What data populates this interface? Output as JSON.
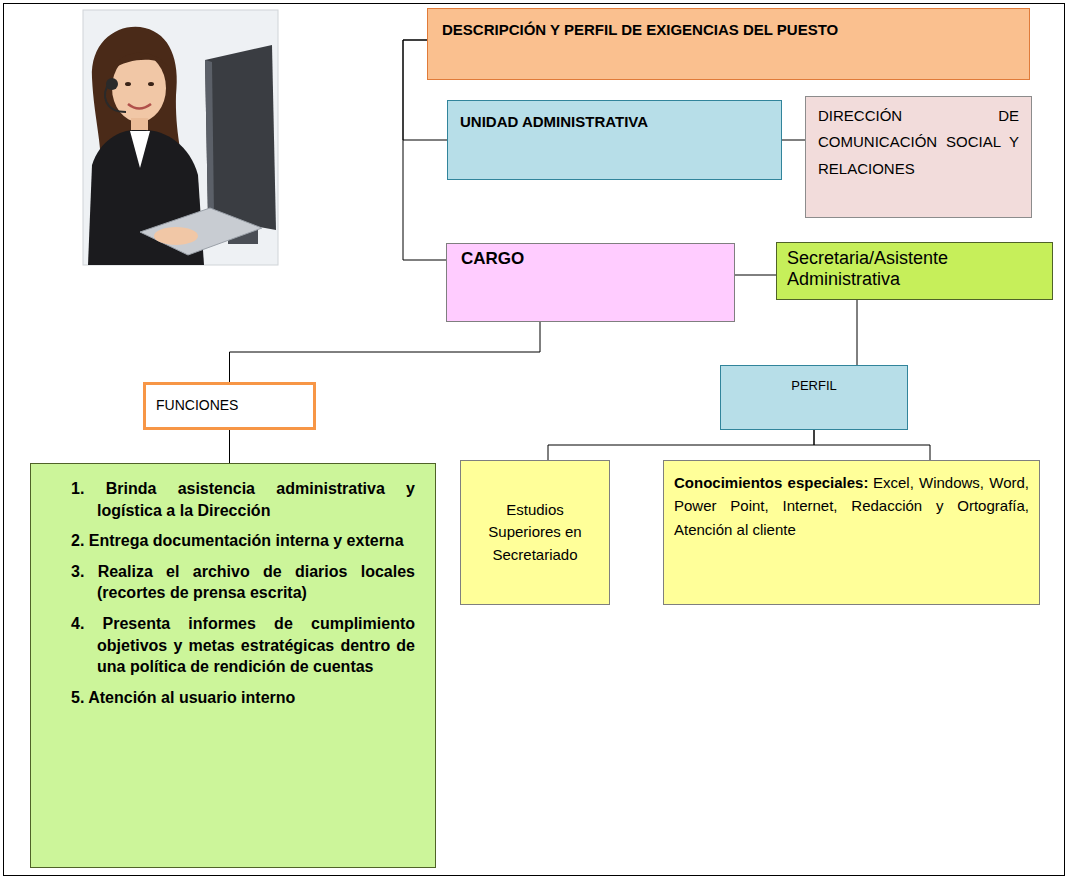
{
  "diagram": {
    "nodes": [
      {
        "text": [
          "DESCRIPCIÓN Y PERFIL DE EXIGENCIAS DEL PUESTO"
        ]
      },
      {
        "text": [
          "UNIDAD ADMINISTRATIVA"
        ]
      },
      {
        "text": [
          "DIRECCIÓN DE COMUNICACIÓN SOCIAL Y RELACIONES"
        ]
      },
      {
        "text": [
          "CARGO"
        ]
      },
      {
        "text": [
          "Secretaria/Asistente Administrativa"
        ]
      },
      {
        "text": [
          "FUNCIONES"
        ]
      },
      {
        "text": [
          "1. Brinda asistencia administrativa y logística a la Dirección",
          "2. Entrega documentación interna y externa",
          "3. Realiza el archivo de diarios locales (recortes de prensa escrita)",
          "4. Presenta informes de cumplimiento objetivos y metas estratégicas dentro de una política de rendición de cuentas",
          "5. Atención al usuario interno"
        ]
      },
      {
        "text": [
          "PERFIL"
        ]
      },
      {
        "text": [
          "Estudios Superiores en Secretariado"
        ]
      },
      {
        "text": [
          "Conocimientos especiales:",
          "Excel, Windows, Word, Power Point, Internet, Redacción y Ortografía, Atención al cliente"
        ]
      }
    ],
    "edges": [
      {
        "from": 0,
        "to": 1,
        "arrow": "none"
      },
      {
        "from": 0,
        "to": 3,
        "arrow": "none"
      },
      {
        "from": 1,
        "to": 2,
        "arrow": "none"
      },
      {
        "from": 3,
        "to": 4,
        "arrow": "none"
      },
      {
        "from": 3,
        "to": 5,
        "arrow": "none"
      },
      {
        "from": 5,
        "to": 6,
        "arrow": "none"
      },
      {
        "from": 4,
        "to": 7,
        "arrow": "none"
      },
      {
        "from": 7,
        "to": 8,
        "arrow": "none"
      },
      {
        "from": 7,
        "to": 9,
        "arrow": "none"
      }
    ]
  }
}
